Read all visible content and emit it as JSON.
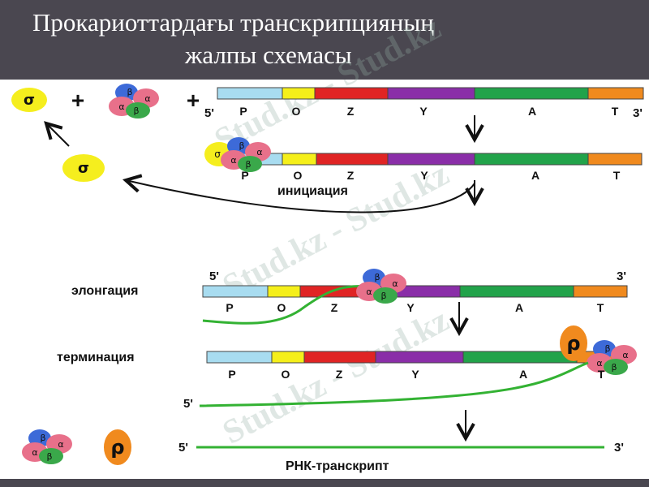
{
  "title": {
    "line1": "Прокариоттардағы транскрипцияның",
    "line2": "жалпы схемасы"
  },
  "sigma": "σ",
  "alpha": "α",
  "beta": "β",
  "rho": "ρ",
  "plus": "+",
  "prime5": "5'",
  "prime3": "3'",
  "genes": [
    "P",
    "O",
    "Z",
    "Y",
    "A",
    "T"
  ],
  "gene_colors": [
    "#a8dcf0",
    "#f5ef1a",
    "#e02424",
    "#8a2ea8",
    "#22a34a",
    "#f08a1e"
  ],
  "stages": {
    "initiation": "инициация",
    "elongation": "элонгация",
    "termination": "терминация"
  },
  "product_label": "РНК-транскрипт",
  "watermark": "Stud.kz - Stud.kz",
  "colors": {
    "header": "#4a4750",
    "sigma_yellow": "#f5ee1e",
    "rho_orange": "#f08a1e",
    "rna_green": "#33b233",
    "blob_blue": "#3d6ad8",
    "blob_red": "#e8708a",
    "blob_green": "#3aa84a"
  }
}
